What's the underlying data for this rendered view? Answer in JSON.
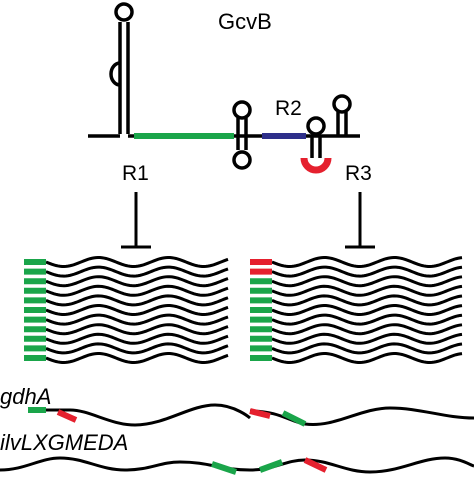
{
  "diagram": {
    "rna_name": "GcvB",
    "regions": {
      "r1": "R1",
      "r2": "R2",
      "r3": "R3"
    },
    "genes": {
      "gene1": "gdhA",
      "gene2": "ilvLXGMEDA"
    },
    "colors": {
      "line": "#000000",
      "r1_green": "#1aa54a",
      "r2_blue": "#2e2f8a",
      "r3_red": "#e5202e"
    }
  }
}
